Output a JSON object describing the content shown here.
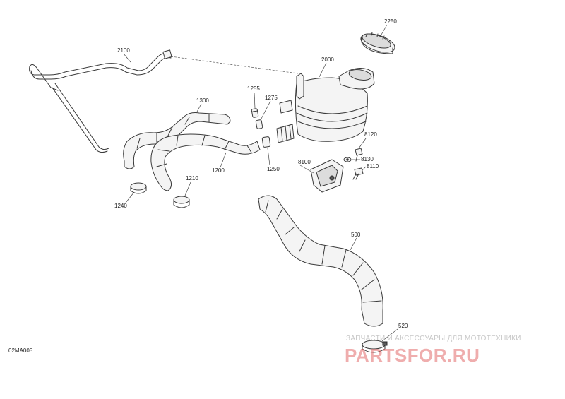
{
  "diagram": {
    "reference_code": "02MA005",
    "callouts": {
      "c2250": "2250",
      "c2100": "2100",
      "c2000": "2000",
      "c1255": "1255",
      "c1275": "1275",
      "c1300": "1300",
      "c1200": "1200",
      "c1250": "1250",
      "c1210": "1210",
      "c1240": "1240",
      "c8120": "8120",
      "c8130": "8130",
      "c8110": "8110",
      "c8100": "8100",
      "c500": "500",
      "c520": "520"
    }
  },
  "watermark": {
    "tagline": "ЗАПЧАСТИ И АКСЕССУАРЫ ДЛЯ МОТОТЕХНИКИ",
    "logo_text": "PARTSFOR.RU"
  }
}
